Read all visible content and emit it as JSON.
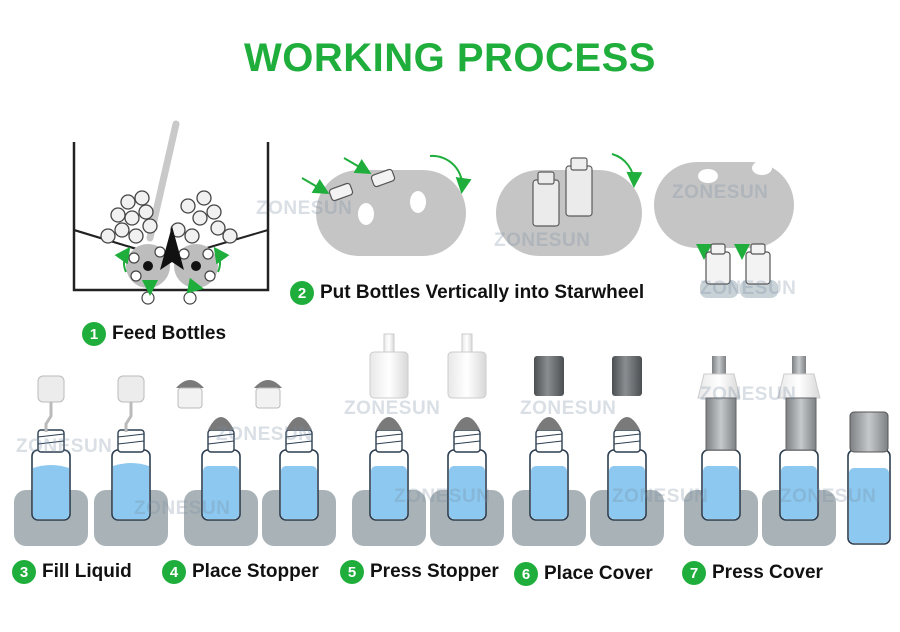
{
  "title": "WORKING PROCESS",
  "watermark": "ZONESUN",
  "colors": {
    "accent": "#1fae3c",
    "liquid": "#8cc8ef",
    "base": "#a9b3b7",
    "cap_dark": "#5d6164",
    "metal": "#a3a7aa"
  },
  "steps": [
    {
      "number": "1",
      "label": "Feed Bottles"
    },
    {
      "number": "2",
      "label": "Put Bottles Vertically into Starwheel"
    },
    {
      "number": "3",
      "label": "Fill Liquid"
    },
    {
      "number": "4",
      "label": "Place Stopper"
    },
    {
      "number": "5",
      "label": "Press Stopper"
    },
    {
      "number": "6",
      "label": "Place Cover"
    },
    {
      "number": "7",
      "label": "Press Cover"
    }
  ]
}
